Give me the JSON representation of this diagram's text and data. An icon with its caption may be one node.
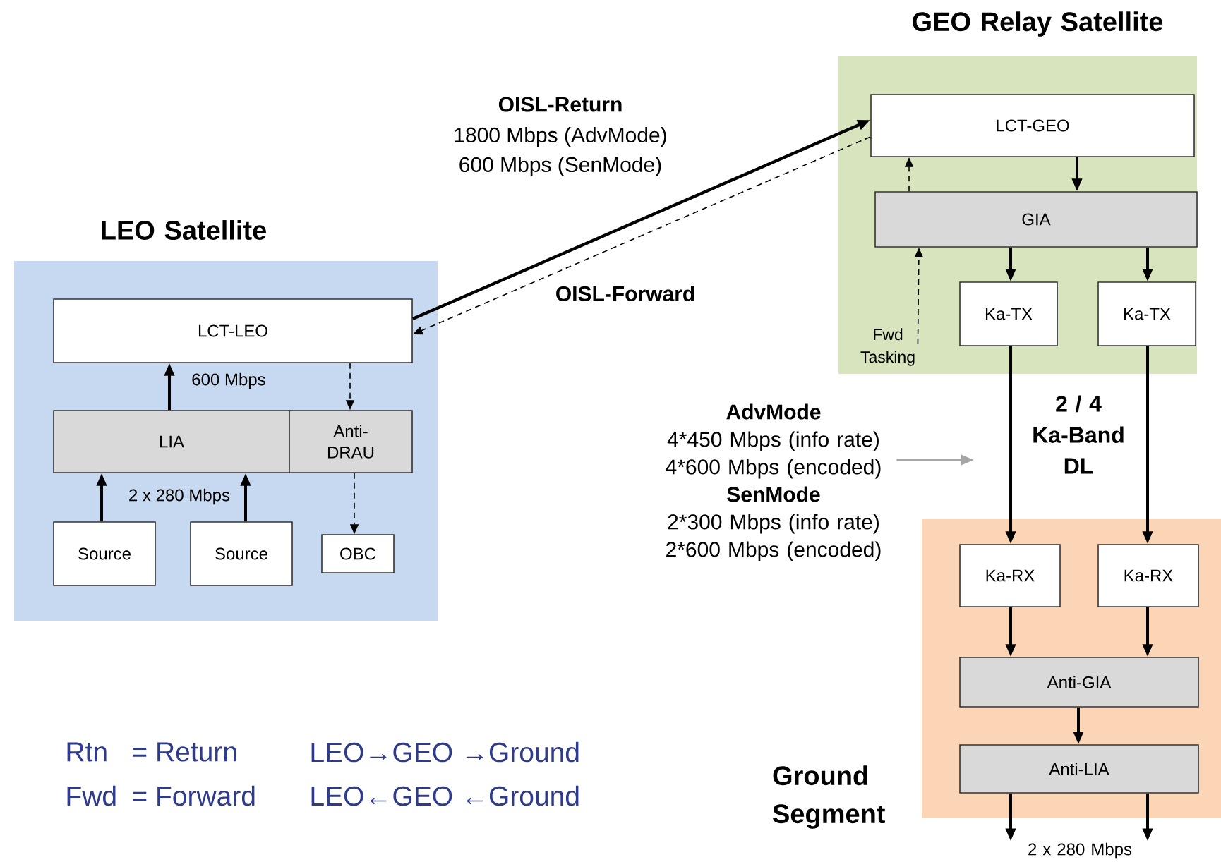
{
  "diagram": {
    "nodes": [
      {
        "text": [
          "LEO Satellite"
        ]
      },
      {
        "text": [
          "LCT-LEO"
        ],
        "in": 0
      },
      {
        "text": [
          "LIA"
        ],
        "in": 0
      },
      {
        "text": [
          "Anti-DRAU"
        ],
        "in": 0
      },
      {
        "text": [
          "Source"
        ],
        "in": 0
      },
      {
        "text": [
          "Source"
        ],
        "in": 0
      },
      {
        "text": [
          "OBC"
        ],
        "in": 0
      },
      {
        "text": [
          "GEO Relay Satellite"
        ]
      },
      {
        "text": [
          "LCT-GEO"
        ],
        "in": 7
      },
      {
        "text": [
          "GIA"
        ],
        "in": 7
      },
      {
        "text": [
          "Ka-TX"
        ],
        "in": 7
      },
      {
        "text": [
          "Ka-TX"
        ],
        "in": 7
      },
      {
        "text": [
          "Ground Segment"
        ]
      },
      {
        "text": [
          "Ka-RX"
        ],
        "in": 12
      },
      {
        "text": [
          "Ka-RX"
        ],
        "in": 12
      },
      {
        "text": [
          "Anti-GIA"
        ],
        "in": 12
      },
      {
        "text": [
          "Anti-LIA"
        ],
        "in": 12
      },
      {
        "text": [
          "Fwd Tasking"
        ],
        "in": 7
      },
      {
        "text": [
          "AdvMode",
          "4*450 Mbps (info rate) 4*600 Mbps (encoded)",
          "SenMode",
          "2*300 Mbps (info rate) 2*600 Mbps (encoded)"
        ]
      },
      {
        "text": [
          "2 x 280 Mbps"
        ]
      }
    ],
    "edges": [
      {
        "from": 1,
        "to": 8,
        "arrow": "to"
      },
      {
        "from": 8,
        "to": 1,
        "arrow": "to",
        "style": "dashed",
        "label": "OISL-Forward"
      },
      {
        "from": 2,
        "to": 1,
        "arrow": "to",
        "label": "600 Mbps"
      },
      {
        "from": 4,
        "to": 2,
        "arrow": "to",
        "label": "2 x 280 Mbps"
      },
      {
        "from": 5,
        "to": 2,
        "arrow": "to"
      },
      {
        "from": 1,
        "to": 3,
        "arrow": "to",
        "style": "dashed"
      },
      {
        "from": 3,
        "to": 6,
        "arrow": "to",
        "style": "dashed"
      },
      {
        "from": 8,
        "to": 9,
        "arrow": "to"
      },
      {
        "from": 9,
        "to": 8,
        "arrow": "to",
        "style": "dashed"
      },
      {
        "from": 9,
        "to": 10,
        "arrow": "to"
      },
      {
        "from": 9,
        "to": 11,
        "arrow": "to"
      },
      {
        "from": 17,
        "to": 9,
        "arrow": "to",
        "style": "dashed"
      },
      {
        "from": 10,
        "to": 13,
        "arrow": "to"
      },
      {
        "from": 11,
        "to": 14,
        "arrow": "to"
      },
      {
        "from": 13,
        "to": 15,
        "arrow": "to"
      },
      {
        "from": 14,
        "to": 15,
        "arrow": "to"
      },
      {
        "from": 15,
        "to": 16,
        "arrow": "to"
      },
      {
        "from": 16,
        "to": 19,
        "arrow": "to"
      },
      {
        "from": 16,
        "to": 19,
        "arrow": "to"
      },
      {
        "from": 18,
        "to": null,
        "arrow": "to",
        "color": "#a6a6a6"
      }
    ],
    "labels": [
      "OISL-Return",
      "1800 Mbps (AdvMode)",
      "600 Mbps (SenMode)",
      "2 / 4 Ka-Band DL",
      "Rtn",
      "= Return",
      "LEO→GEO →Ground",
      "Fwd",
      "= Forward",
      "LEO←GEO ←Ground"
    ]
  }
}
